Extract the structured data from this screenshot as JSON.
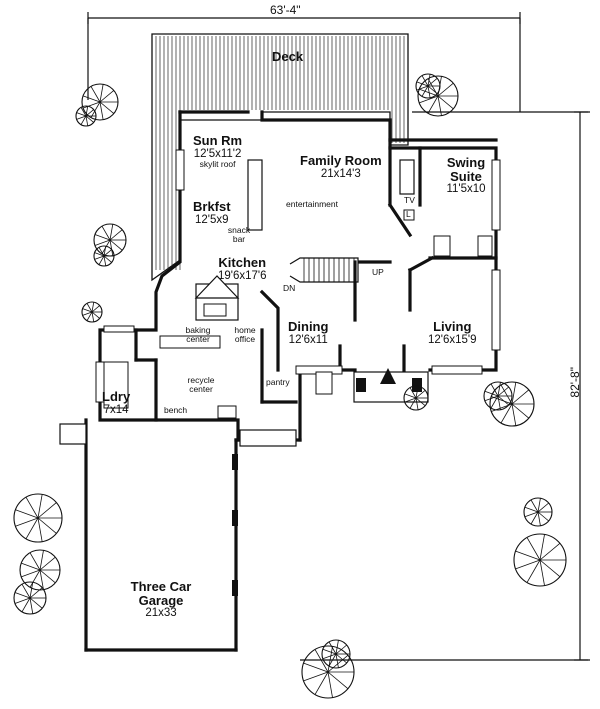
{
  "dimensions": {
    "width_label": "63'-4\"",
    "depth_label": "82'-8\""
  },
  "rooms": [
    {
      "id": "deck",
      "name": "Deck",
      "size": ""
    },
    {
      "id": "sun-rm",
      "name": "Sun Rm",
      "size": "12'5x11'2"
    },
    {
      "id": "family-room",
      "name": "Family Room",
      "size": "21x14'3"
    },
    {
      "id": "swing-suite",
      "name": "Swing Suite",
      "size": "11'5x10"
    },
    {
      "id": "brkfst",
      "name": "Brkfst",
      "size": "12'5x9"
    },
    {
      "id": "kitchen",
      "name": "Kitchen",
      "size": "19'6x17'6"
    },
    {
      "id": "dining",
      "name": "Dining",
      "size": "12'6x11"
    },
    {
      "id": "living",
      "name": "Living",
      "size": "12'6x15'9"
    },
    {
      "id": "ldry",
      "name": "Ldry",
      "size": "7x14"
    },
    {
      "id": "garage",
      "name": "Three Car Garage",
      "size": "21x33"
    }
  ],
  "notes": {
    "skylit_roof": "skylit roof",
    "entertainment": "entertainment",
    "snack_bar": "snack bar",
    "tv": "TV",
    "l": "L",
    "up": "UP",
    "dn": "DN",
    "baking_center": "baking center",
    "home_office": "home office",
    "recycle_center": "recycle center",
    "pantry": "pantry",
    "bench": "bench"
  }
}
